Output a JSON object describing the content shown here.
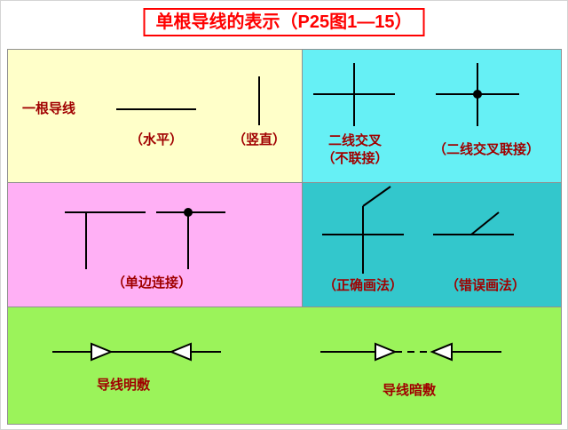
{
  "title": "单根导线的表示（P25图1—15）",
  "panels": {
    "single_wire": {
      "label": "一根导线",
      "horizontal_caption": "（水平）",
      "vertical_caption": "（竖直）"
    },
    "crossing": {
      "no_join_line1": "二线交叉",
      "no_join_line2": "（不联接）",
      "join_caption": "（二线交叉联接）"
    },
    "single_side": {
      "caption": "（单边连接）"
    },
    "bend_drawing": {
      "correct_caption": "（正确画法）",
      "wrong_caption": "（错误画法）"
    },
    "laying": {
      "exposed_caption": "导线明敷",
      "concealed_caption": "导线暗敷"
    }
  },
  "colors": {
    "title_text": "#ff0000",
    "title_border": "#ff0000",
    "caption_text": "#a00000",
    "panel_yellow": "#ffffc9",
    "panel_cyan": "#66f0f5",
    "panel_pink": "#ffb0f5",
    "panel_teal": "#33c7cc",
    "panel_green": "#9bf35a",
    "line": "#000000"
  }
}
